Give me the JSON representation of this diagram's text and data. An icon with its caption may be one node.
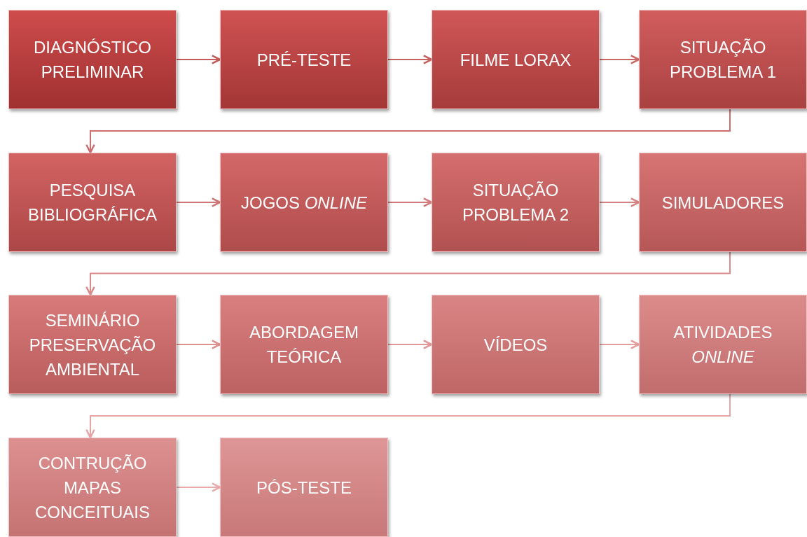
{
  "diagram": {
    "nodes": [
      {
        "text": [
          "DIAGNÓSTICO PRELIMINAR"
        ]
      },
      {
        "text": [
          "PRÉ-TESTE"
        ]
      },
      {
        "text": [
          "FILME LORAX"
        ]
      },
      {
        "text": [
          "SITUAÇÃO PROBLEMA 1"
        ]
      },
      {
        "text": [
          "PESQUISA BIBLIOGRÁFICA"
        ]
      },
      {
        "text": [
          "JOGOS *ONLINE*"
        ]
      },
      {
        "text": [
          "SITUAÇÃO PROBLEMA 2"
        ]
      },
      {
        "text": [
          "SIMULADORES"
        ]
      },
      {
        "text": [
          "SEMINÁRIO PRESERVAÇÃO AMBIENTAL"
        ]
      },
      {
        "text": [
          "ABORDAGEM TEÓRICA"
        ]
      },
      {
        "text": [
          "VÍDEOS"
        ]
      },
      {
        "text": [
          "ATIVIDADES *ONLINE*"
        ]
      },
      {
        "text": [
          "CONTRUÇÃO MAPAS CONCEITUAIS"
        ]
      },
      {
        "text": [
          "PÓS-TESTE"
        ]
      }
    ],
    "edges": [
      {
        "from": 0,
        "to": 1,
        "arrow": "to"
      },
      {
        "from": 1,
        "to": 2,
        "arrow": "to"
      },
      {
        "from": 2,
        "to": 3,
        "arrow": "to"
      },
      {
        "from": 3,
        "to": 4,
        "arrow": "to"
      },
      {
        "from": 4,
        "to": 5,
        "arrow": "to"
      },
      {
        "from": 5,
        "to": 6,
        "arrow": "to"
      },
      {
        "from": 6,
        "to": 7,
        "arrow": "to"
      },
      {
        "from": 7,
        "to": 8,
        "arrow": "to"
      },
      {
        "from": 8,
        "to": 9,
        "arrow": "to"
      },
      {
        "from": 9,
        "to": 10,
        "arrow": "to"
      },
      {
        "from": 10,
        "to": 11,
        "arrow": "to"
      },
      {
        "from": 11,
        "to": 12,
        "arrow": "to"
      },
      {
        "from": 12,
        "to": 13,
        "arrow": "to"
      }
    ]
  }
}
